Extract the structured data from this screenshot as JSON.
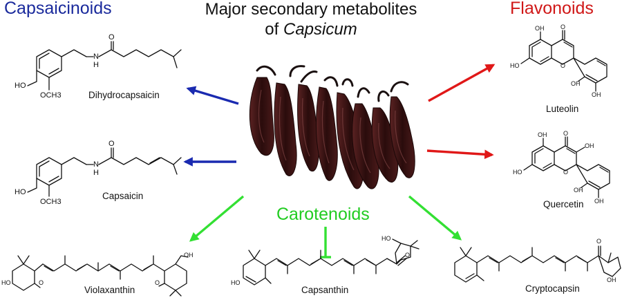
{
  "title": {
    "line1": "Major secondary metabolites",
    "line2_prefix": "of ",
    "line2_italic": "Capsicum"
  },
  "categories": {
    "capsaicinoids": {
      "label": "Capsaicinoids",
      "color": "#1a2a9c"
    },
    "flavonoids": {
      "label": "Flavonoids",
      "color": "#d01818"
    },
    "carotenoids": {
      "label": "Carotenoids",
      "color": "#22cc22"
    }
  },
  "compounds": {
    "dihydrocapsaicin": {
      "name": "Dihydrocapsaicin",
      "ho": "HO",
      "och3": "OCH3",
      "o": "O",
      "n": "N",
      "h": "H"
    },
    "capsaicin": {
      "name": "Capsaicin",
      "ho": "HO",
      "och3": "OCH3",
      "o": "O",
      "n": "N",
      "h": "H"
    },
    "luteolin": {
      "name": "Luteolin",
      "oh_top": "OH",
      "o_keto": "O",
      "ho": "HO",
      "o_ring": "O",
      "oh_1": "OH",
      "oh_2": "OH"
    },
    "quercetin": {
      "name": "Quercetin",
      "oh_top": "OH",
      "o_keto": "O",
      "oh_3": "OH",
      "ho": "HO",
      "o_ring": "O",
      "oh_1": "OH",
      "oh_2": "OH"
    },
    "violaxanthin": {
      "name": "Violaxanthin",
      "ho_left": "HO",
      "oh_right": "OH",
      "o_left": "O",
      "o_right": "O"
    },
    "capsanthin": {
      "name": "Capsanthin",
      "ho_left": "HO",
      "ho_top": "HO",
      "o_keto": "O"
    },
    "cryptocapsin": {
      "name": "Cryptocapsin",
      "o_keto": "O",
      "oh": "OH"
    }
  },
  "colors": {
    "capsaicinoid_arrow": "#1a2ab0",
    "flavonoid_arrow": "#e01818",
    "carotenoid_arrow": "#33e033",
    "pepper": "#3a1414"
  }
}
